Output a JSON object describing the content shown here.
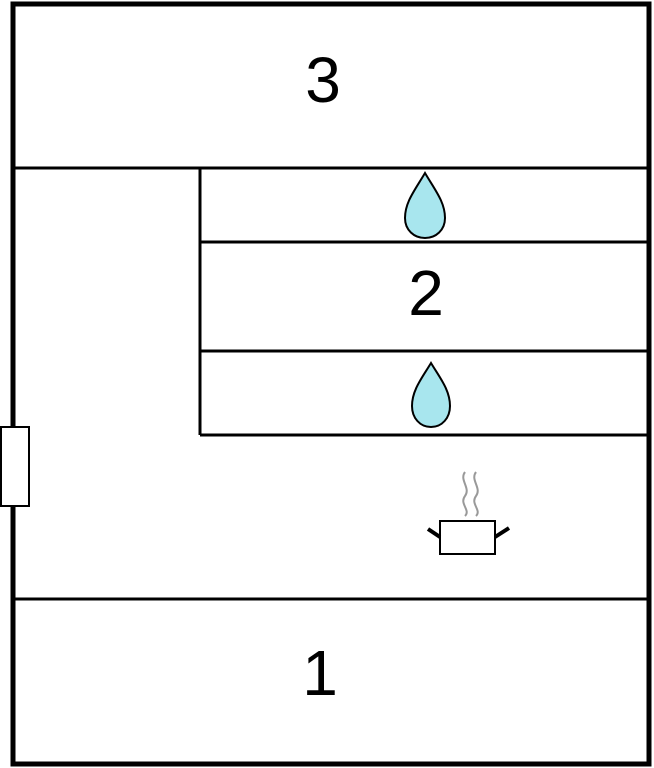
{
  "zones": {
    "top": {
      "label": "3"
    },
    "middle": {
      "label": "2"
    },
    "bottom": {
      "label": "1"
    }
  },
  "icons": {
    "drop": "water-drop-icon",
    "pot": "steaming-pot-icon",
    "door": "door-icon"
  },
  "colors": {
    "outline": "#000000",
    "drop_fill": "#a8e6ee",
    "steam": "#999999",
    "background": "#ffffff"
  }
}
